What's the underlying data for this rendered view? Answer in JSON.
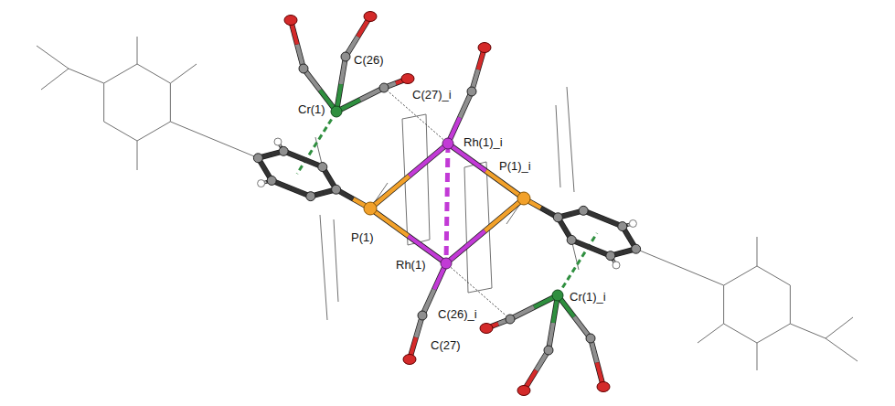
{
  "diagram": {
    "labels": [
      "C(26)",
      "C(27)_i",
      "Cr(1)",
      "Rh(1)_i",
      "P(1)_i",
      "P(1)",
      "Rh(1)",
      "Cr(1)_i",
      "C(26)_i",
      "C(27)"
    ]
  }
}
